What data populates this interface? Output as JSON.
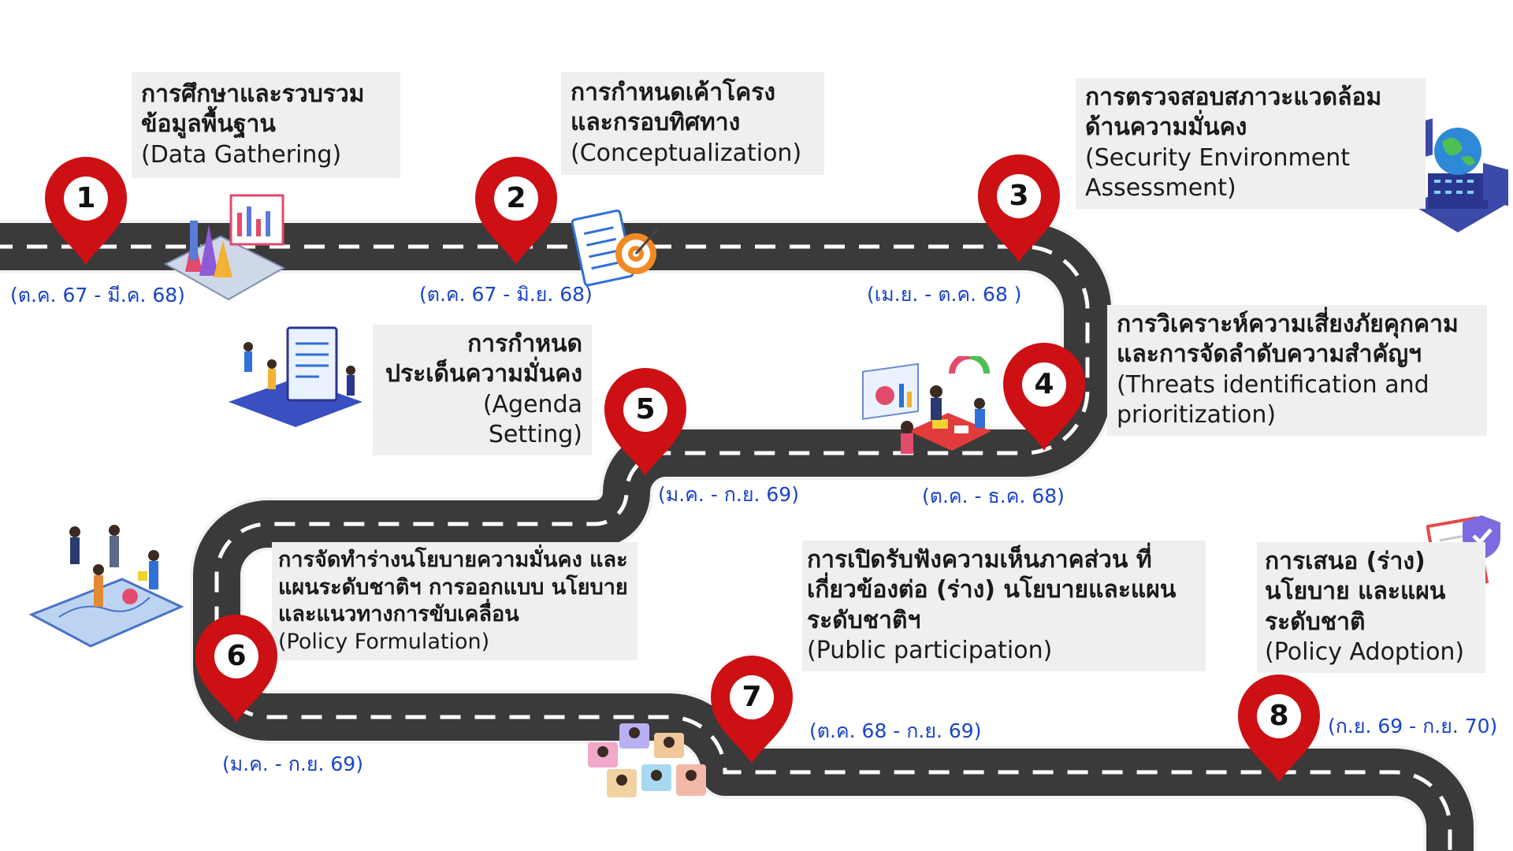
{
  "colors": {
    "road": "#3a3a3a",
    "road_edge": "#f2f2f2",
    "lane_marking": "#ffffff",
    "pin": "#cc1014",
    "pin_center": "#ffffff",
    "label_bg": "#efefef",
    "date_text": "#1a44c8"
  },
  "steps": [
    {
      "number": "1",
      "title_th": "การศึกษาและรวบรวม ข้อมูลพื้นฐาน",
      "title_en": "(Data Gathering)",
      "date": "(ต.ค. 67 - มี.ค. 68)",
      "illustration": "analytics-tablet-icon"
    },
    {
      "number": "2",
      "title_th": "การกำหนดเค้าโครง และกรอบทิศทาง",
      "title_en": "(Conceptualization)",
      "date": "(ต.ค. 67 - มิ.ย. 68)",
      "illustration": "checklist-target-icon"
    },
    {
      "number": "3",
      "title_th": "การตรวจสอบสภาวะแวดล้อม ด้านความมั่นคง",
      "title_en": "(Security Environment Assessment)",
      "date": "(เม.ย. - ต.ค. 68 )",
      "illustration": "globe-server-icon"
    },
    {
      "number": "4",
      "title_th": "การวิเคราะห์ความเสี่ยงภัยคุกคาม และการจัดลำดับความสำคัญฯ",
      "title_en": "(Threats identification and prioritization)",
      "date": "(ต.ค. - ธ.ค. 68)",
      "illustration": "team-meeting-icon"
    },
    {
      "number": "5",
      "title_th": "การกำหนด ประเด็นความมั่นคง",
      "title_en": "(Agenda Setting)",
      "date": "(ม.ค. - ก.ย. 69)",
      "illustration": "document-team-icon"
    },
    {
      "number": "6",
      "title_th": "การจัดทำร่างนโยบายความมั่นคง และแผนระดับชาติฯ การออกแบบ นโยบาย และแนวทางการขับเคลื่อน",
      "title_en": "(Policy Formulation)",
      "date": "(ม.ค. - ก.ย. 69)",
      "illustration": "strategy-board-icon"
    },
    {
      "number": "7",
      "title_th": "การเปิดรับฟังความเห็นภาคส่วน ที่เกี่ยวข้องต่อ (ร่าง) นโยบายและแผน ระดับชาติฯ",
      "title_en": "(Public participation)",
      "date": "(ต.ค. 68 - ก.ย. 69)",
      "illustration": "video-conference-icon"
    },
    {
      "number": "8",
      "title_th": "การเสนอ (ร่าง) นโยบาย และแผนระดับชาติ",
      "title_en": "(Policy Adoption)",
      "date": "(ก.ย. 69 - ก.ย. 70)",
      "illustration": "approved-document-icon"
    }
  ]
}
